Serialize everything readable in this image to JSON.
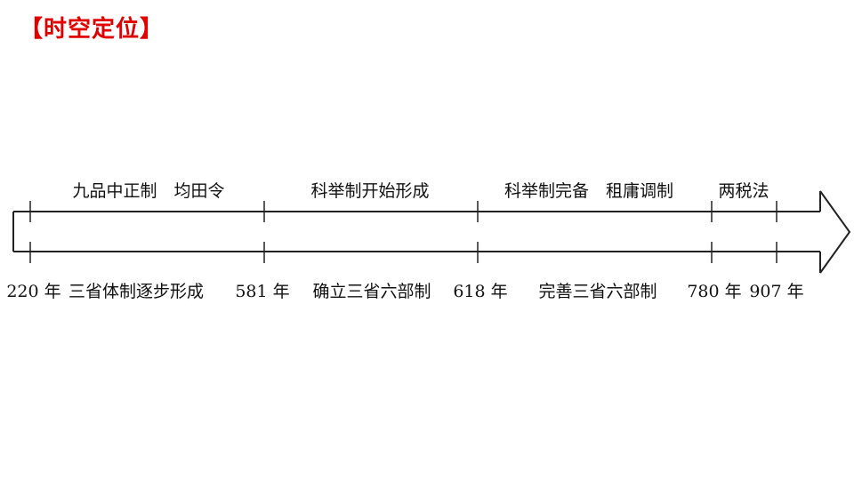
{
  "title": {
    "text": "【时空定位】",
    "color": "#e00000"
  },
  "timeline": {
    "stroke_color": "#222222",
    "years": [
      "220 年",
      "581 年",
      "618 年",
      "780 年",
      "907 年"
    ],
    "upper_labels": [
      "九品中正制　均田令",
      "科举制开始形成",
      "科举制完备　租庸调制",
      "两税法"
    ],
    "lower_labels": [
      "三省体制逐步形成",
      "确立三省六部制",
      "完善三省六部制"
    ]
  }
}
